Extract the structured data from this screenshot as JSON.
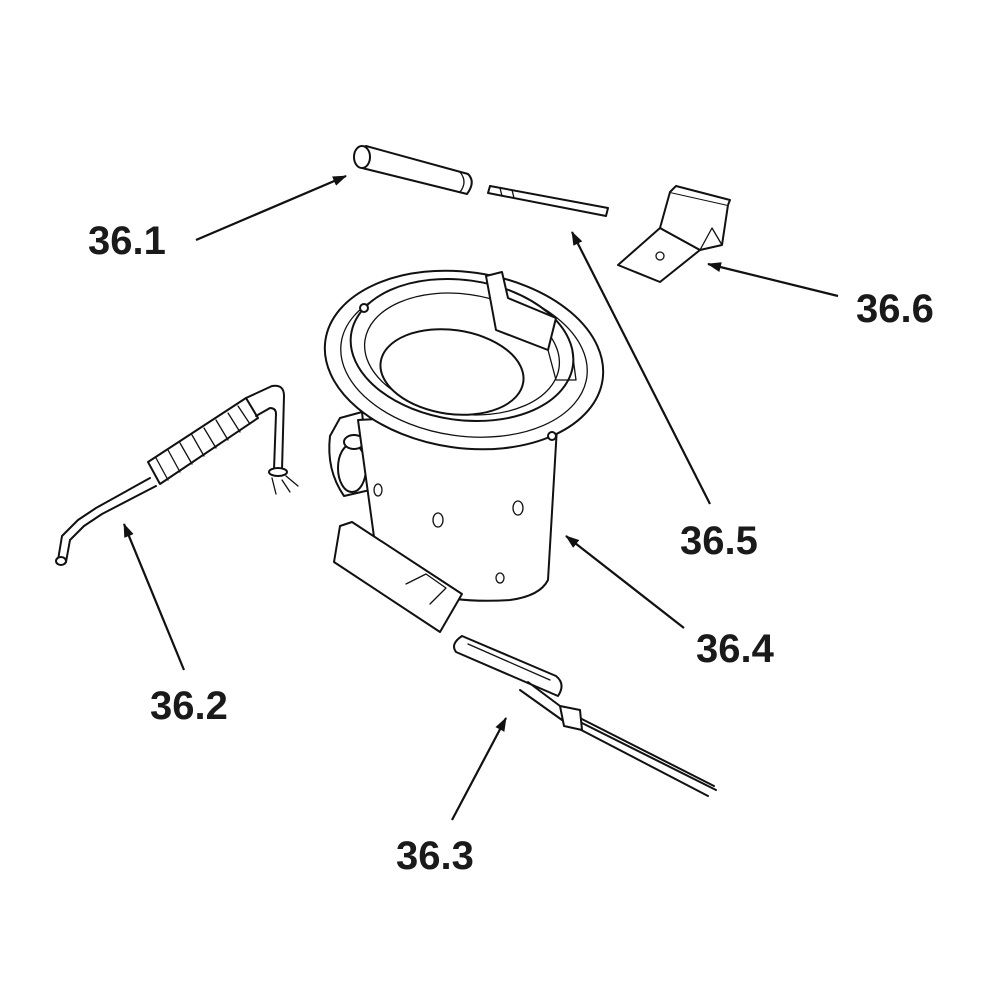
{
  "labels": {
    "part_36_1": "36.1",
    "part_36_2": "36.2",
    "part_36_3": "36.3",
    "part_36_4": "36.4",
    "part_36_5": "36.5",
    "part_36_6": "36.6"
  },
  "colors": {
    "background": "#ffffff",
    "line": "#111111"
  }
}
